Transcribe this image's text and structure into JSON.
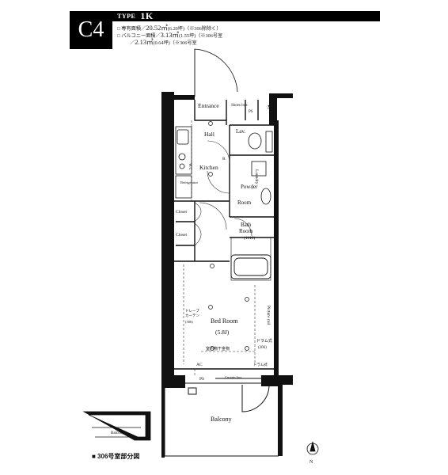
{
  "header": {
    "unit_code": "C4",
    "type_prefix": "TYPE",
    "type_value": "1K",
    "spec_lines": [
      {
        "prefix": "□ 専有面積／",
        "value": "20.52㎡",
        "note": "(6.20坪)（※306除除く）"
      },
      {
        "prefix": "□ バルコニー面積／",
        "value": "3.13㎡",
        "note": "(1.55坪)（※306号室"
      },
      {
        "prefix": "／",
        "value": "2.13㎡",
        "note": "(0.64坪)（※306号室"
      }
    ]
  },
  "rooms": {
    "entrance": "Entrance",
    "shoe_box": "Shoes box",
    "ps_top": "PS",
    "mb": "MB",
    "hall": "Hall",
    "lav": "Lav.",
    "wc": "W.C",
    "r_mark": "R",
    "laundry": "Laundry",
    "kitchen": "Kitchen",
    "refrigerator": "Refrigerator",
    "powder_room": [
      "Powder",
      "Room"
    ],
    "bath_room": [
      "Bath",
      "Room",
      "(1116)"
    ],
    "closet_1": "Closet",
    "closet_2": "Closet",
    "bed_room": "Bed Room",
    "bed_size": "(5.8J)",
    "picture_rail": "Picture rail",
    "drape_left": [
      "ドレープ",
      "カーテン",
      "(306)"
    ],
    "drape_right": [
      "ドラム式",
      "(206)"
    ],
    "indoor_dryer": "室内物干金物",
    "ac": "AC",
    "drape_bottom": "ドラム式",
    "ps_bottom": "PS",
    "curtain_box": "Curtain box",
    "balcony": "Balcony",
    "inset_balcony": "Balcony"
  },
  "compass": "N",
  "caption": "■ 306号室部分図"
}
